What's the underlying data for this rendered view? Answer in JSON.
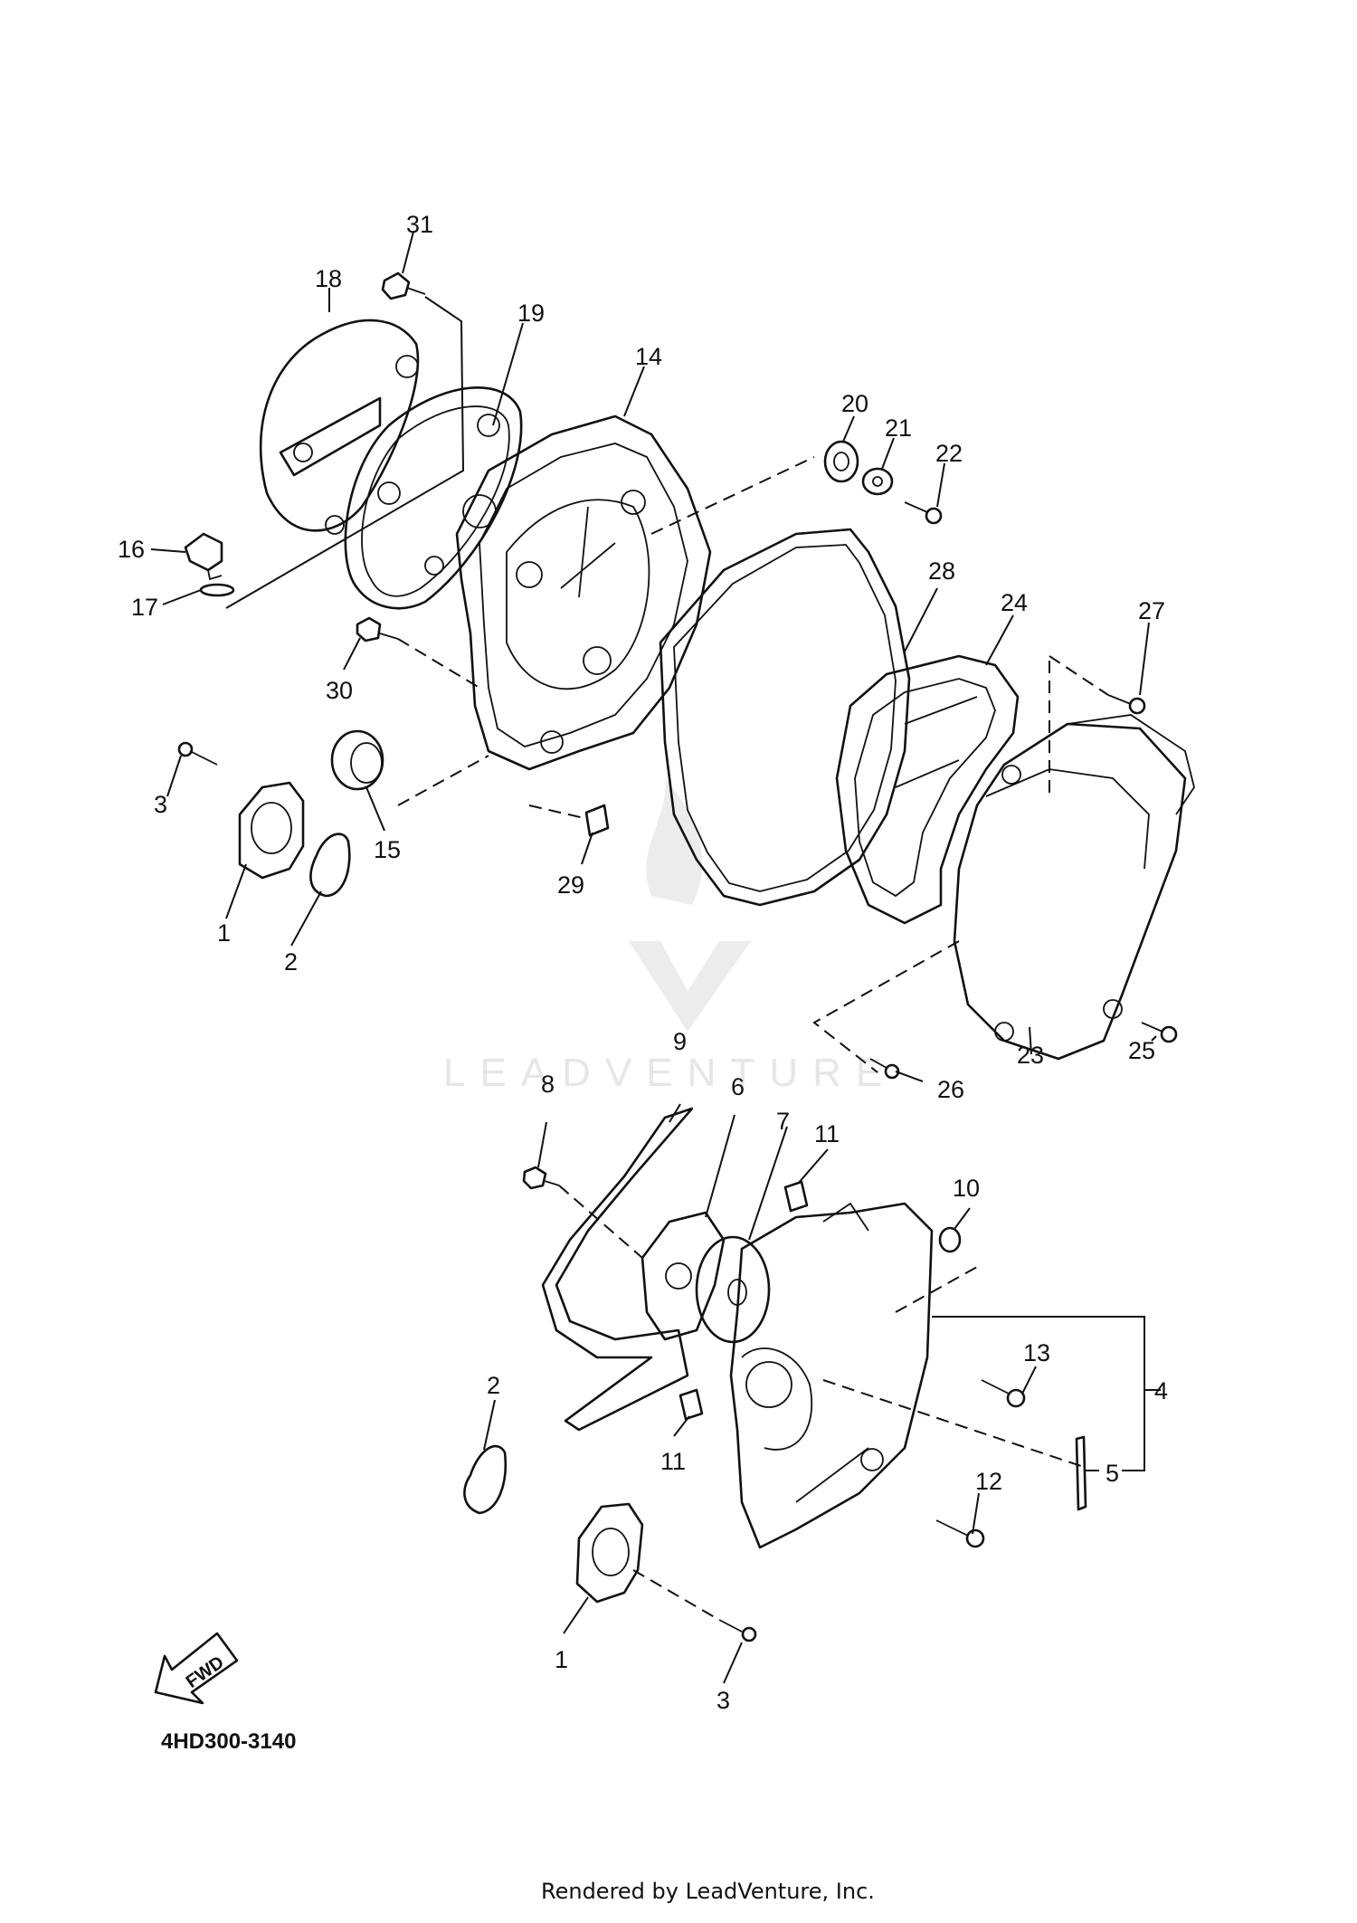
{
  "watermark": {
    "brand": "LEADVENTURE"
  },
  "diagram_code": "4HD300-3140",
  "fwd_label": "FWD",
  "footer": "Rendered by LeadVenture, Inc.",
  "callouts": {
    "n1a": "1",
    "n1b": "1",
    "n2a": "2",
    "n2b": "2",
    "n3a": "3",
    "n3b": "3",
    "n4": "4",
    "n5": "5",
    "n6": "6",
    "n7": "7",
    "n8": "8",
    "n9": "9",
    "n10": "10",
    "n11a": "11",
    "n11b": "11",
    "n12": "12",
    "n13": "13",
    "n14": "14",
    "n15": "15",
    "n16": "16",
    "n17": "17",
    "n18": "18",
    "n19": "19",
    "n20": "20",
    "n21": "21",
    "n22": "22",
    "n23": "23",
    "n24": "24",
    "n25": "25",
    "n26": "26",
    "n27": "27",
    "n28": "28",
    "n29": "29",
    "n30": "30",
    "n31": "31"
  }
}
